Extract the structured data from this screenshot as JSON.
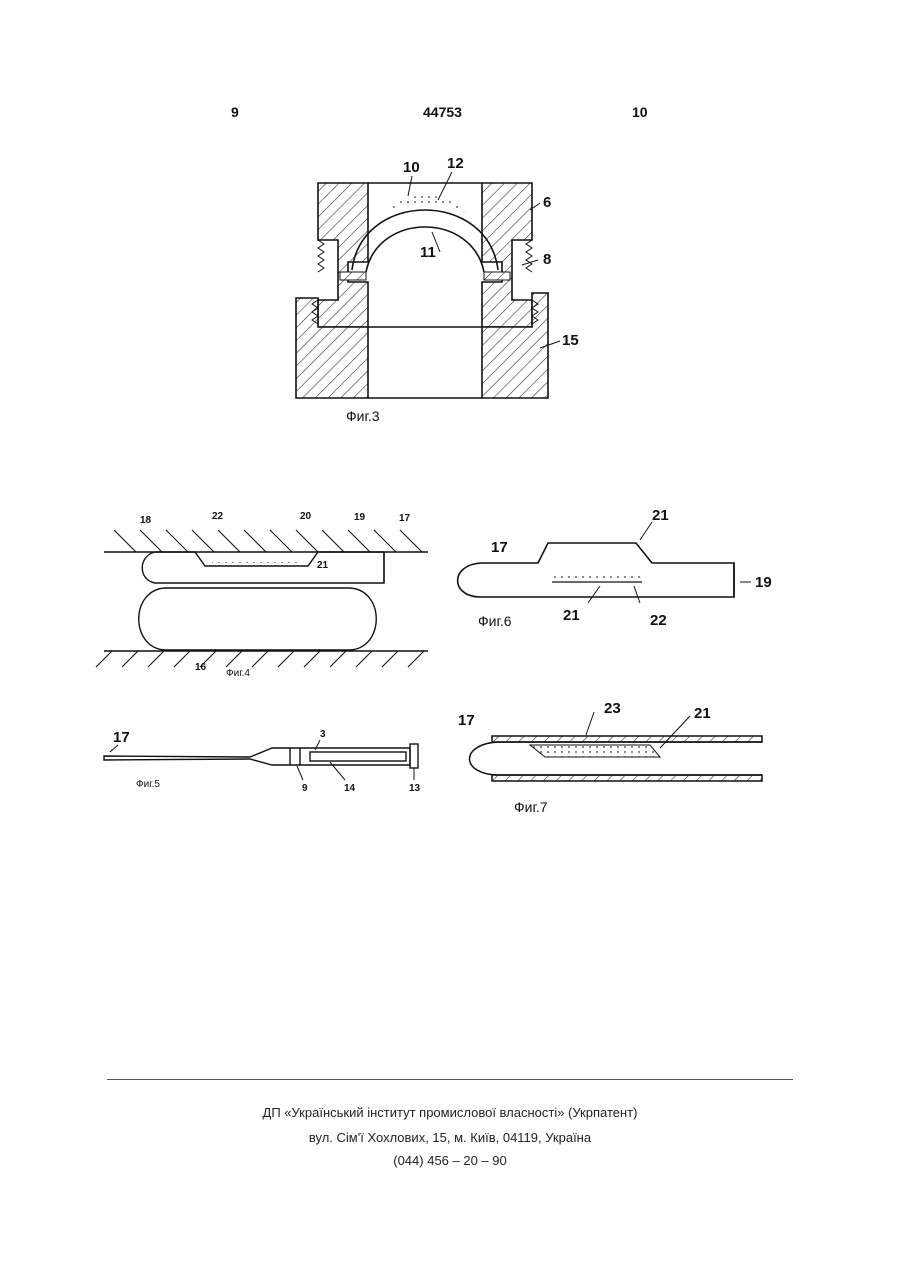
{
  "header": {
    "left_page": "9",
    "patent_number": "44753",
    "right_page": "10"
  },
  "figures": {
    "fig3": {
      "caption": "Фиг.3",
      "labels": [
        "10",
        "12",
        "6",
        "8",
        "11",
        "15"
      ]
    },
    "fig4": {
      "caption": "Фиг.4",
      "labels": [
        "18",
        "22",
        "20",
        "19",
        "17",
        "21",
        "16"
      ]
    },
    "fig5": {
      "caption": "Фиг.5",
      "labels": [
        "17",
        "3",
        "9",
        "14",
        "13"
      ]
    },
    "fig6": {
      "caption": "Фиг.6",
      "labels": [
        "21",
        "17",
        "19",
        "21",
        "22"
      ]
    },
    "fig7": {
      "caption": "Фиг.7",
      "labels": [
        "17",
        "23",
        "21"
      ]
    }
  },
  "footer": {
    "org": "ДП «Український інститут промислової власності» (Укрпатент)",
    "address": "вул. Сім'ї Хохлових, 15, м. Київ, 04119, Україна",
    "phone": "(044) 456 – 20 – 90"
  },
  "colors": {
    "ink": "#111111",
    "paper": "#ffffff"
  }
}
